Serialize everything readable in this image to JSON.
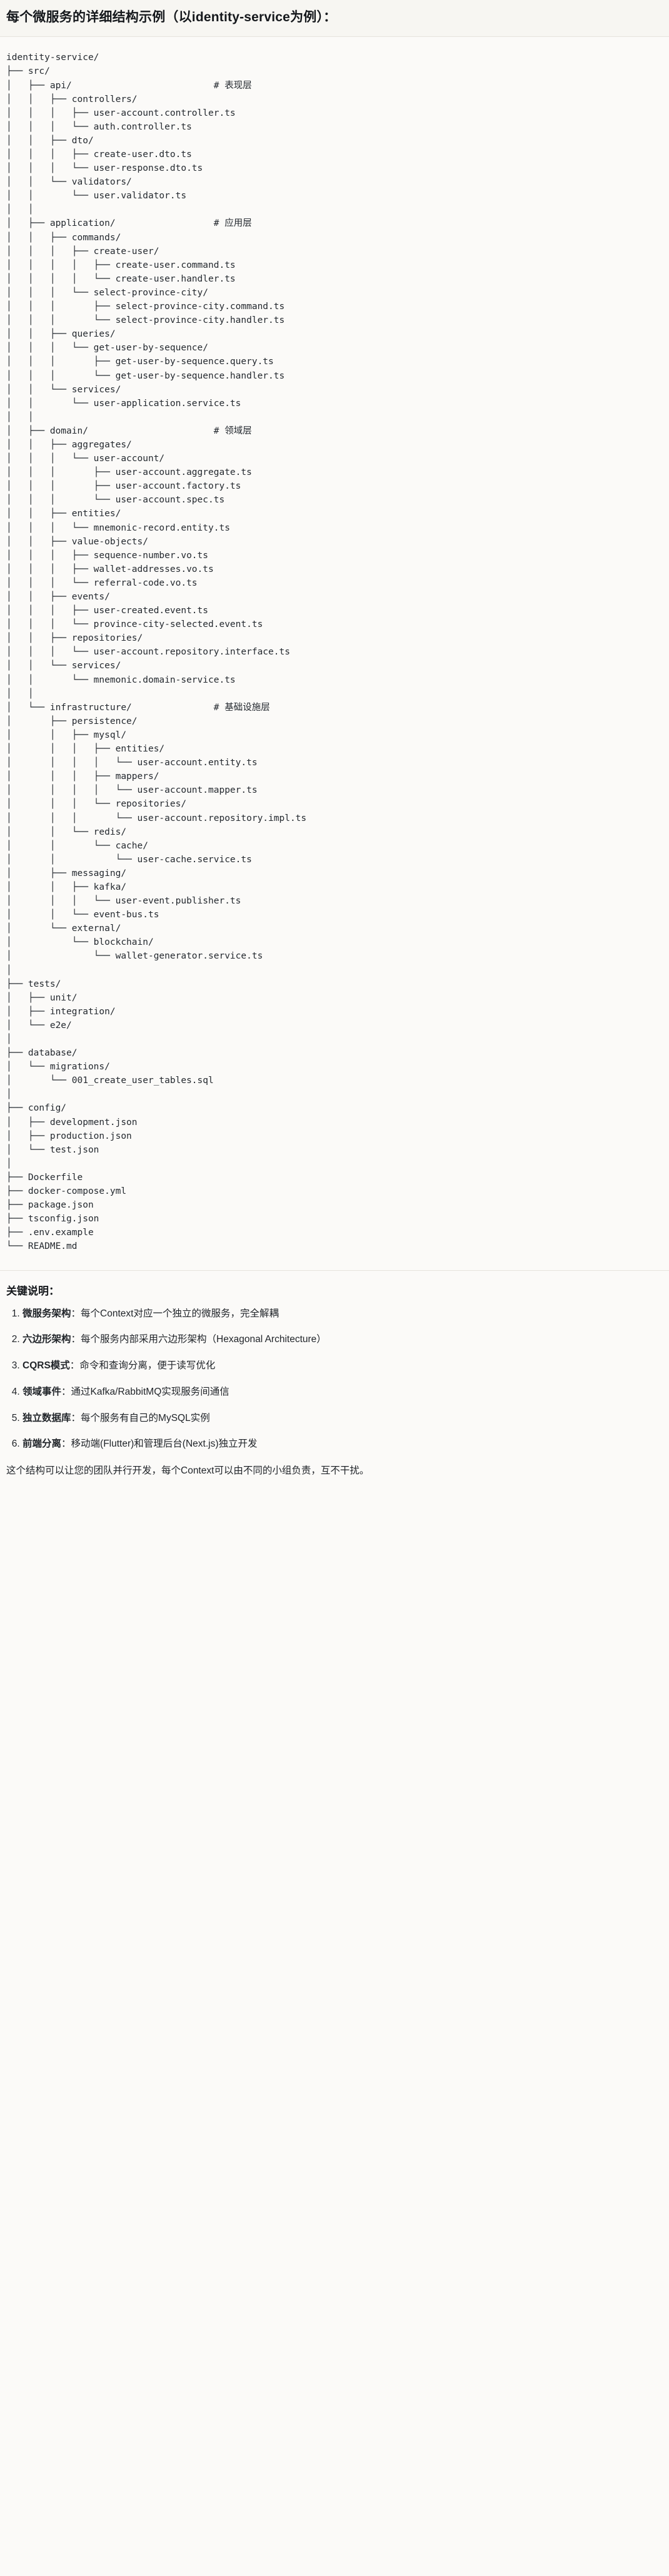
{
  "header": {
    "title": "每个微服务的详细结构示例（以identity-service为例）："
  },
  "code_block": {
    "language": "text",
    "tree_text": "identity-service/\n├── src/\n│   ├── api/                          # 表现层\n│   │   ├── controllers/\n│   │   │   ├── user-account.controller.ts\n│   │   │   └── auth.controller.ts\n│   │   ├── dto/\n│   │   │   ├── create-user.dto.ts\n│   │   │   └── user-response.dto.ts\n│   │   └── validators/\n│   │       └── user.validator.ts\n│   │\n│   ├── application/                  # 应用层\n│   │   ├── commands/\n│   │   │   ├── create-user/\n│   │   │   │   ├── create-user.command.ts\n│   │   │   │   └── create-user.handler.ts\n│   │   │   └── select-province-city/\n│   │   │       ├── select-province-city.command.ts\n│   │   │       └── select-province-city.handler.ts\n│   │   ├── queries/\n│   │   │   └── get-user-by-sequence/\n│   │   │       ├── get-user-by-sequence.query.ts\n│   │   │       └── get-user-by-sequence.handler.ts\n│   │   └── services/\n│   │       └── user-application.service.ts\n│   │\n│   ├── domain/                       # 领域层\n│   │   ├── aggregates/\n│   │   │   └── user-account/\n│   │   │       ├── user-account.aggregate.ts\n│   │   │       ├── user-account.factory.ts\n│   │   │       └── user-account.spec.ts\n│   │   ├── entities/\n│   │   │   └── mnemonic-record.entity.ts\n│   │   ├── value-objects/\n│   │   │   ├── sequence-number.vo.ts\n│   │   │   ├── wallet-addresses.vo.ts\n│   │   │   └── referral-code.vo.ts\n│   │   ├── events/\n│   │   │   ├── user-created.event.ts\n│   │   │   └── province-city-selected.event.ts\n│   │   ├── repositories/\n│   │   │   └── user-account.repository.interface.ts\n│   │   └── services/\n│   │       └── mnemonic.domain-service.ts\n│   │\n│   └── infrastructure/               # 基础设施层\n│       ├── persistence/\n│       │   ├── mysql/\n│       │   │   ├── entities/\n│       │   │   │   └── user-account.entity.ts\n│       │   │   ├── mappers/\n│       │   │   │   └── user-account.mapper.ts\n│       │   │   └── repositories/\n│       │   │       └── user-account.repository.impl.ts\n│       │   └── redis/\n│       │       └── cache/\n│       │           └── user-cache.service.ts\n│       ├── messaging/\n│       │   ├── kafka/\n│       │   │   └── user-event.publisher.ts\n│       │   └── event-bus.ts\n│       └── external/\n│           └── blockchain/\n│               └── wallet-generator.service.ts\n│\n├── tests/\n│   ├── unit/\n│   ├── integration/\n│   └── e2e/\n│\n├── database/\n│   └── migrations/\n│       └── 001_create_user_tables.sql\n│\n├── config/\n│   ├── development.json\n│   ├── production.json\n│   └── test.json\n│\n├── Dockerfile\n├── docker-compose.yml\n├── package.json\n├── tsconfig.json\n├── .env.example\n└── README.md"
  },
  "notes": {
    "title": "关键说明：",
    "items": [
      {
        "term": "微服务架构",
        "separator": "：",
        "desc": "每个Context对应一个独立的微服务，完全解耦"
      },
      {
        "term": "六边形架构",
        "separator": "：",
        "desc": "每个服务内部采用六边形架构（Hexagonal Architecture）"
      },
      {
        "term": "CQRS模式",
        "separator": "：",
        "desc": "命令和查询分离，便于读写优化"
      },
      {
        "term": "领域事件",
        "separator": "：",
        "desc": "通过Kafka/RabbitMQ实现服务间通信"
      },
      {
        "term": "独立数据库",
        "separator": "：",
        "desc": "每个服务有自己的MySQL实例"
      },
      {
        "term": "前端分离",
        "separator": "：",
        "desc": "移动端(Flutter)和管理后台(Next.js)独立开发"
      }
    ],
    "closing": "这个结构可以让您的团队并行开发，每个Context可以由不同的小组负责，互不干扰。"
  },
  "colors": {
    "page_background": "#fbfaf8",
    "header_background": "#f7f6f2",
    "divider": "#e6e3dd",
    "text": "#1f2328",
    "code_text": "#24292f"
  }
}
